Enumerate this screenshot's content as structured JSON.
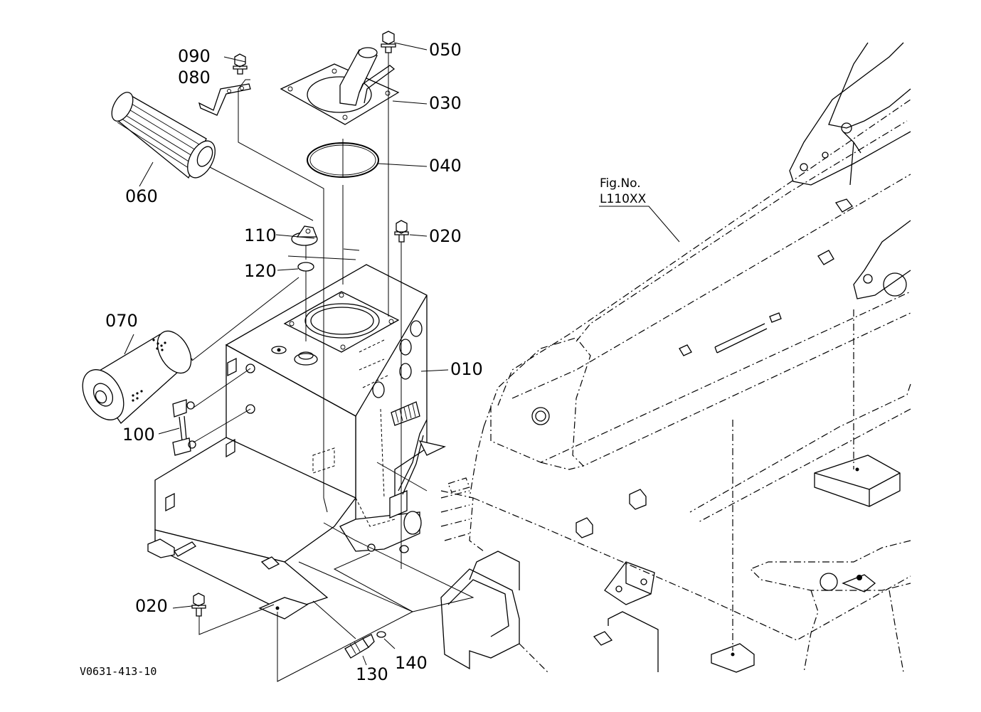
{
  "parts": {
    "p010": "010",
    "p020a": "020",
    "p020b": "020",
    "p030": "030",
    "p040": "040",
    "p050": "050",
    "p060": "060",
    "p070": "070",
    "p080": "080",
    "p090": "090",
    "p100": "100",
    "p110": "110",
    "p120": "120",
    "p130": "130",
    "p140": "140"
  },
  "figure_ref": {
    "line1": "Fig.No.",
    "line2": "L110XX"
  },
  "drawing_code": "V0631-413-10"
}
